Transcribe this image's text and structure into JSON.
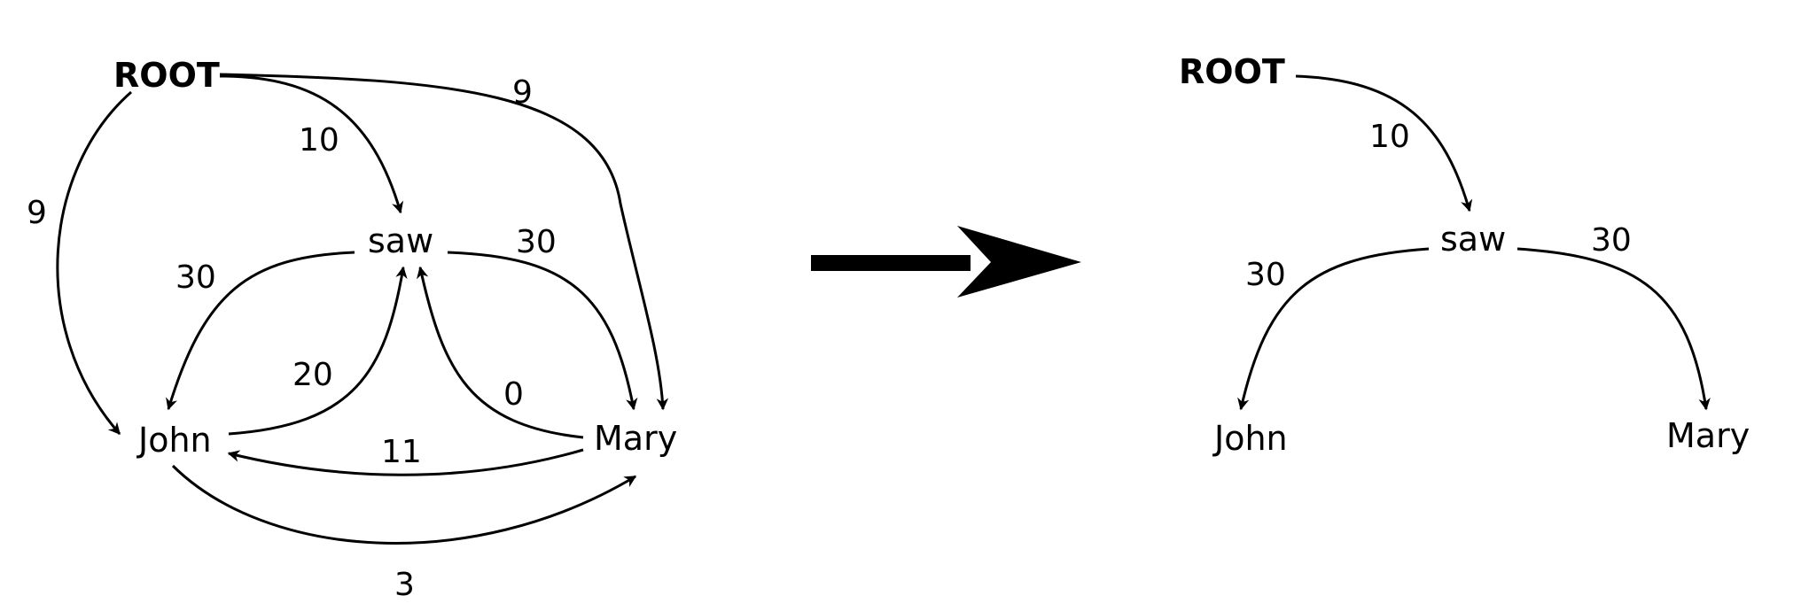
{
  "left_graph": {
    "nodes": {
      "root": "ROOT",
      "saw": "saw",
      "john": "John",
      "mary": "Mary"
    },
    "weights": {
      "root_john": "9",
      "root_saw": "10",
      "root_mary": "9",
      "saw_john": "30",
      "saw_mary": "30",
      "john_saw": "20",
      "mary_saw": "0",
      "mary_john": "11",
      "john_mary": "3"
    }
  },
  "transform_arrow": "right-arrow-icon",
  "right_graph": {
    "nodes": {
      "root": "ROOT",
      "saw": "saw",
      "john": "John",
      "mary": "Mary"
    },
    "weights": {
      "root_saw": "10",
      "saw_john": "30",
      "saw_mary": "30"
    }
  }
}
